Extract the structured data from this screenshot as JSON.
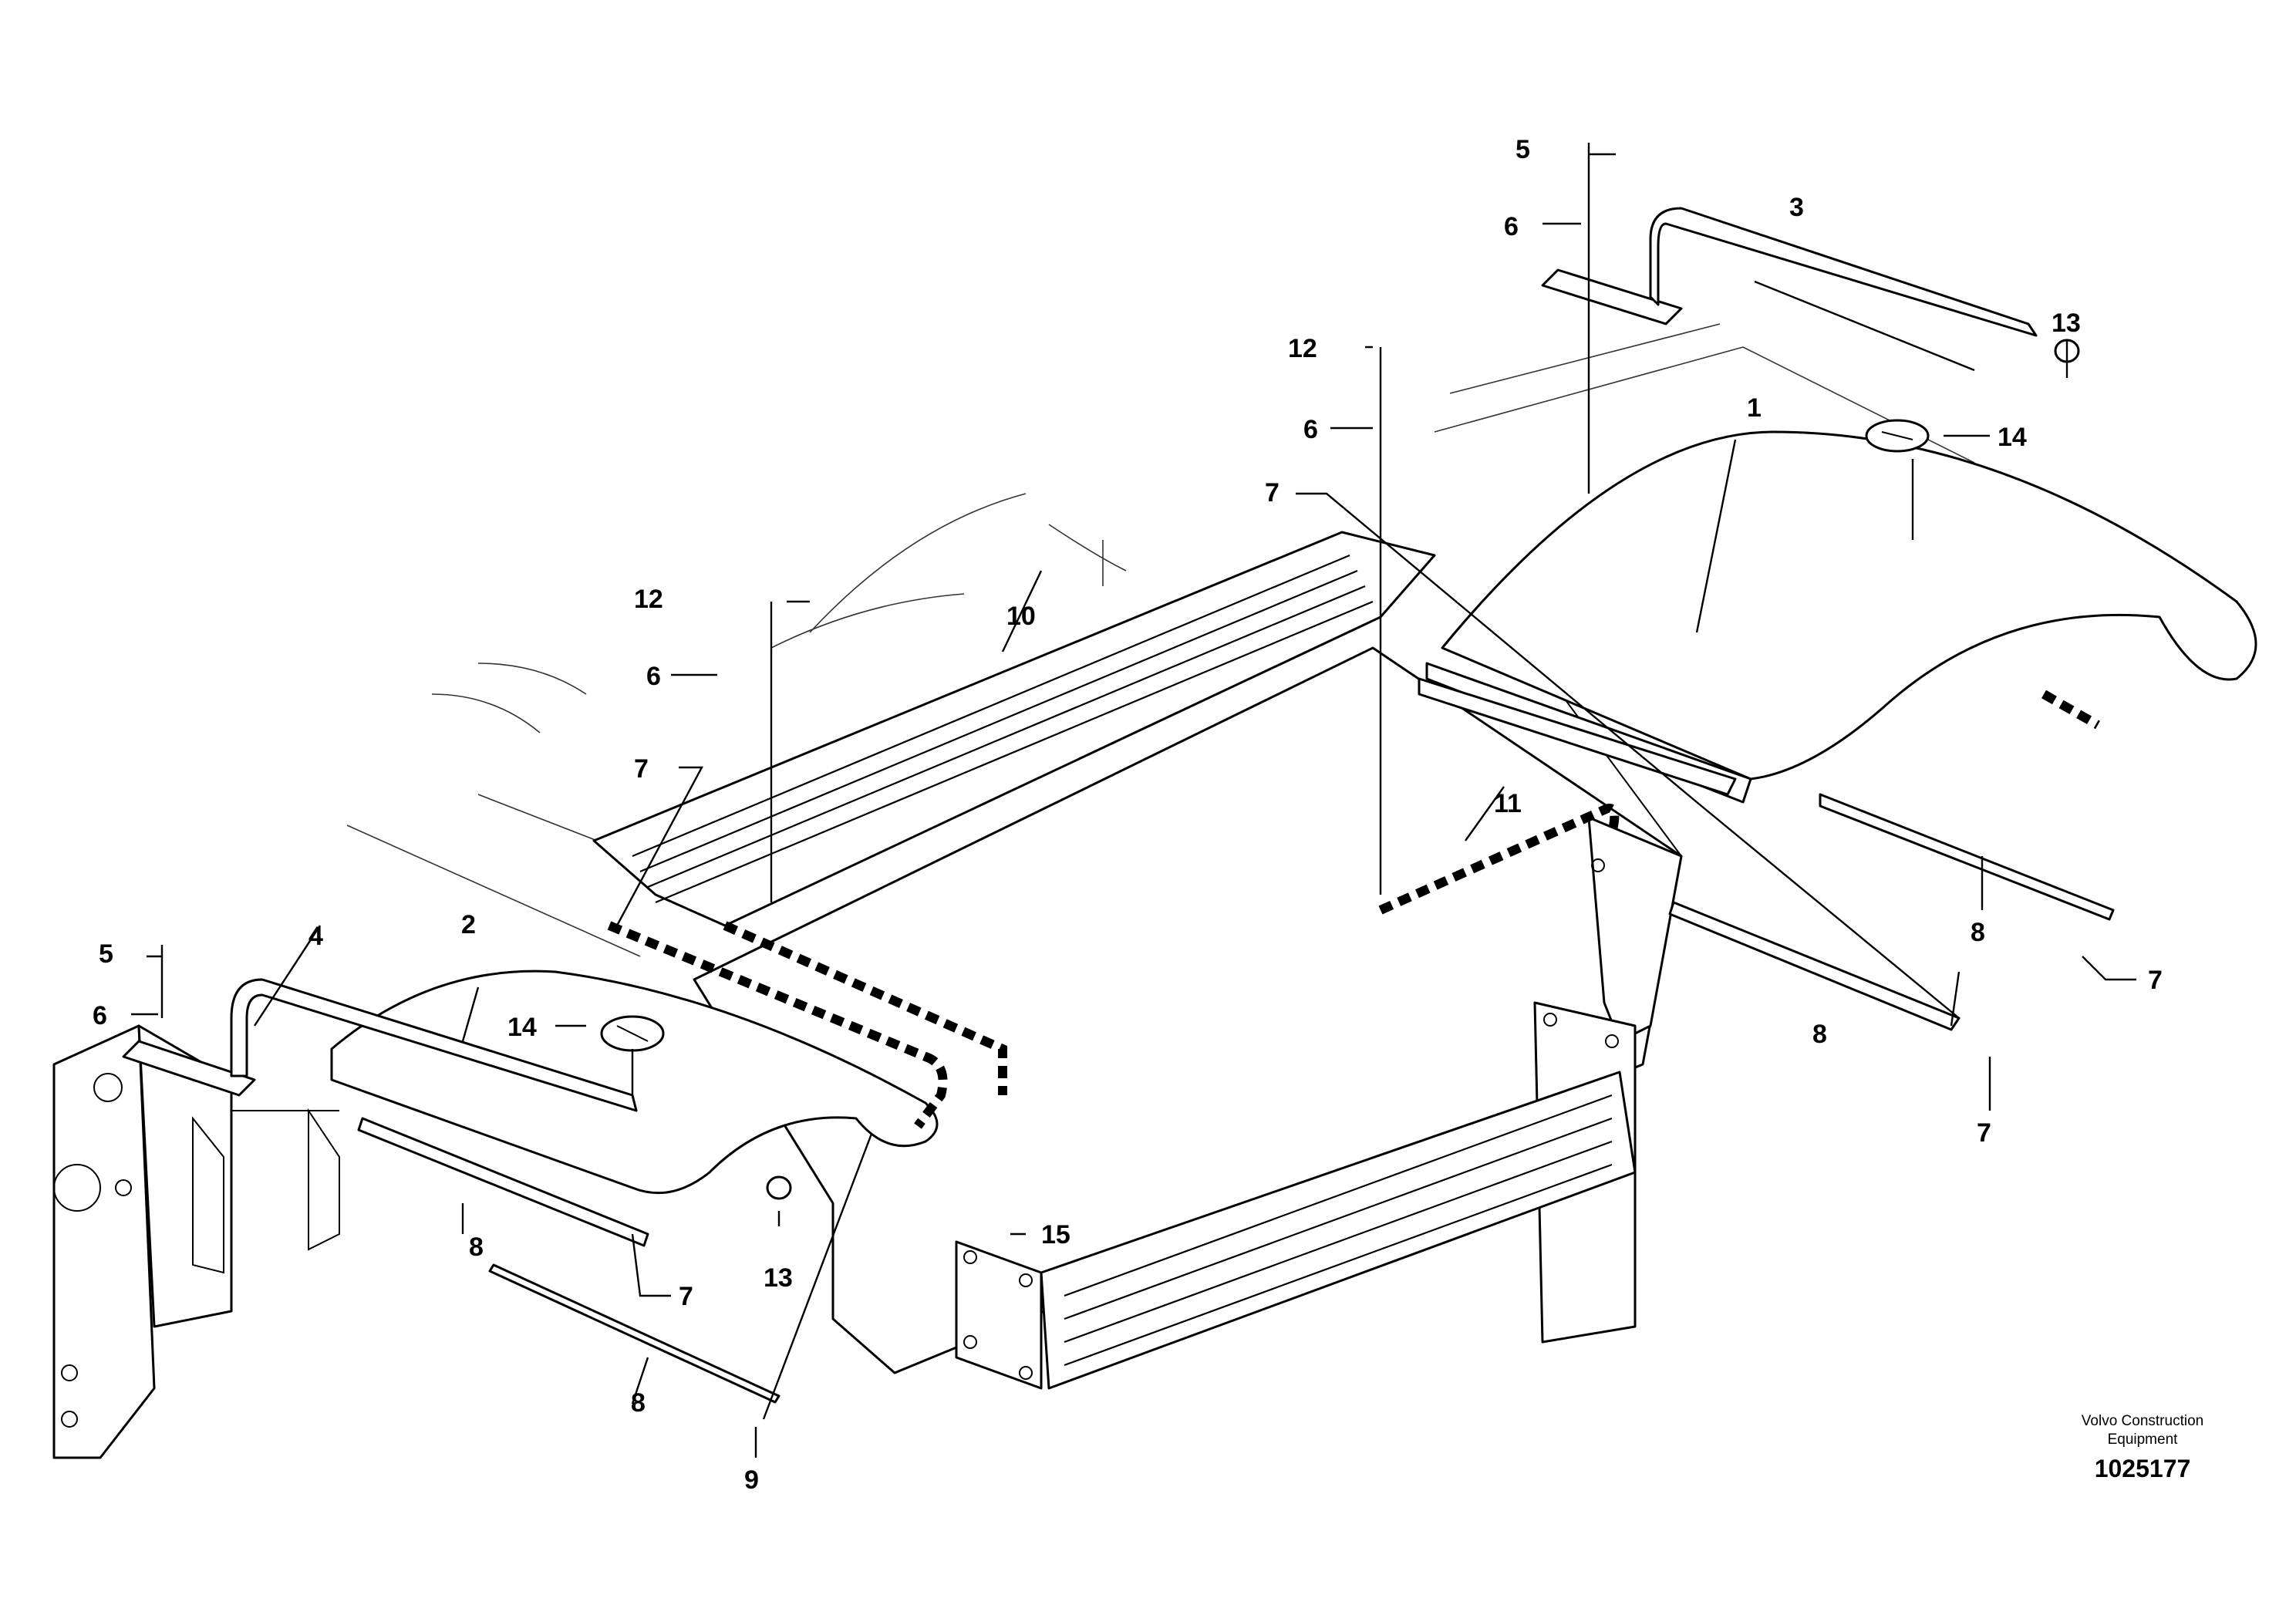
{
  "callouts": {
    "c1": "1",
    "c2": "2",
    "c3": "3",
    "c4": "4",
    "c5a": "5",
    "c5b": "5",
    "c6a": "6",
    "c6b": "6",
    "c6c": "6",
    "c6d": "6",
    "c7a": "7",
    "c7b": "7",
    "c7c": "7",
    "c7d": "7",
    "c7e": "7",
    "c8a": "8",
    "c8b": "8",
    "c8c": "8",
    "c8d": "8",
    "c9": "9",
    "c10": "10",
    "c11": "11",
    "c12a": "12",
    "c12b": "12",
    "c13a": "13",
    "c13b": "13",
    "c14a": "14",
    "c14b": "14",
    "c15": "15"
  },
  "footer": {
    "brand_line1": "Volvo Construction",
    "brand_line2": "Equipment",
    "document_number": "1025177"
  }
}
